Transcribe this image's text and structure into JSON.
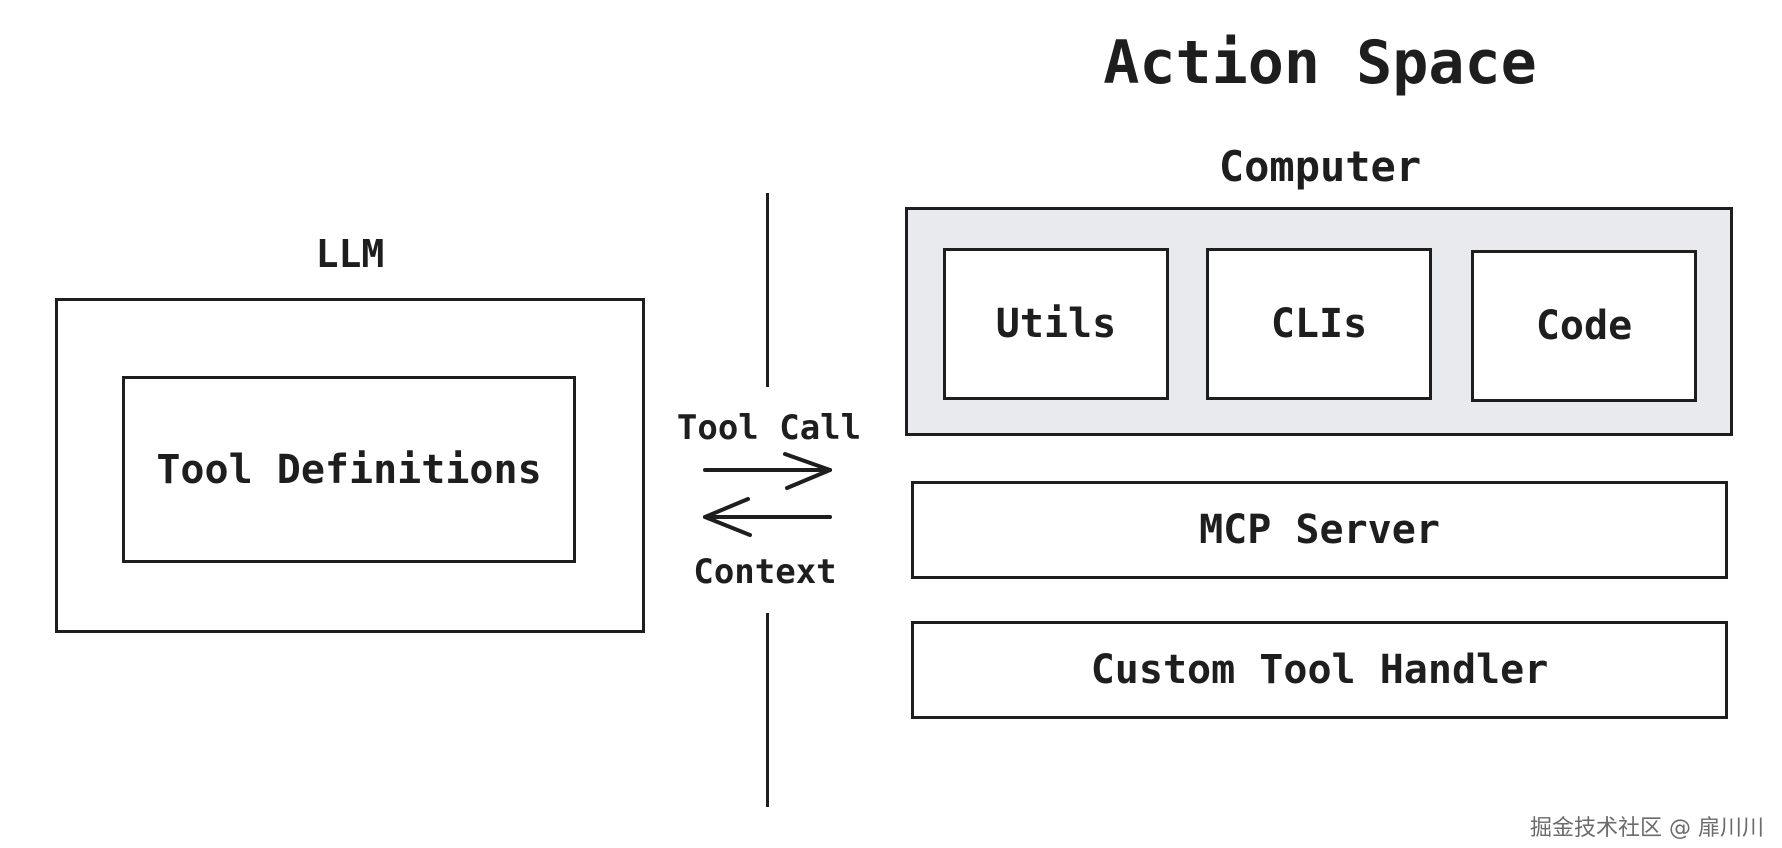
{
  "title": "Action Space",
  "llm": {
    "label": "LLM",
    "inner_box": "Tool Definitions"
  },
  "arrows": {
    "tool_call_label": "Tool Call",
    "context_label": "Context"
  },
  "computer": {
    "label": "Computer",
    "items": [
      "Utils",
      "CLIs",
      "Code"
    ]
  },
  "mcp_server": "MCP Server",
  "custom_tool_handler": "Custom Tool Handler",
  "watermark": "掘金技术社区 @ 扉川川",
  "colors": {
    "stroke": "#1e1e1e",
    "computer_fill": "#e9eaed",
    "background": "#ffffff"
  }
}
